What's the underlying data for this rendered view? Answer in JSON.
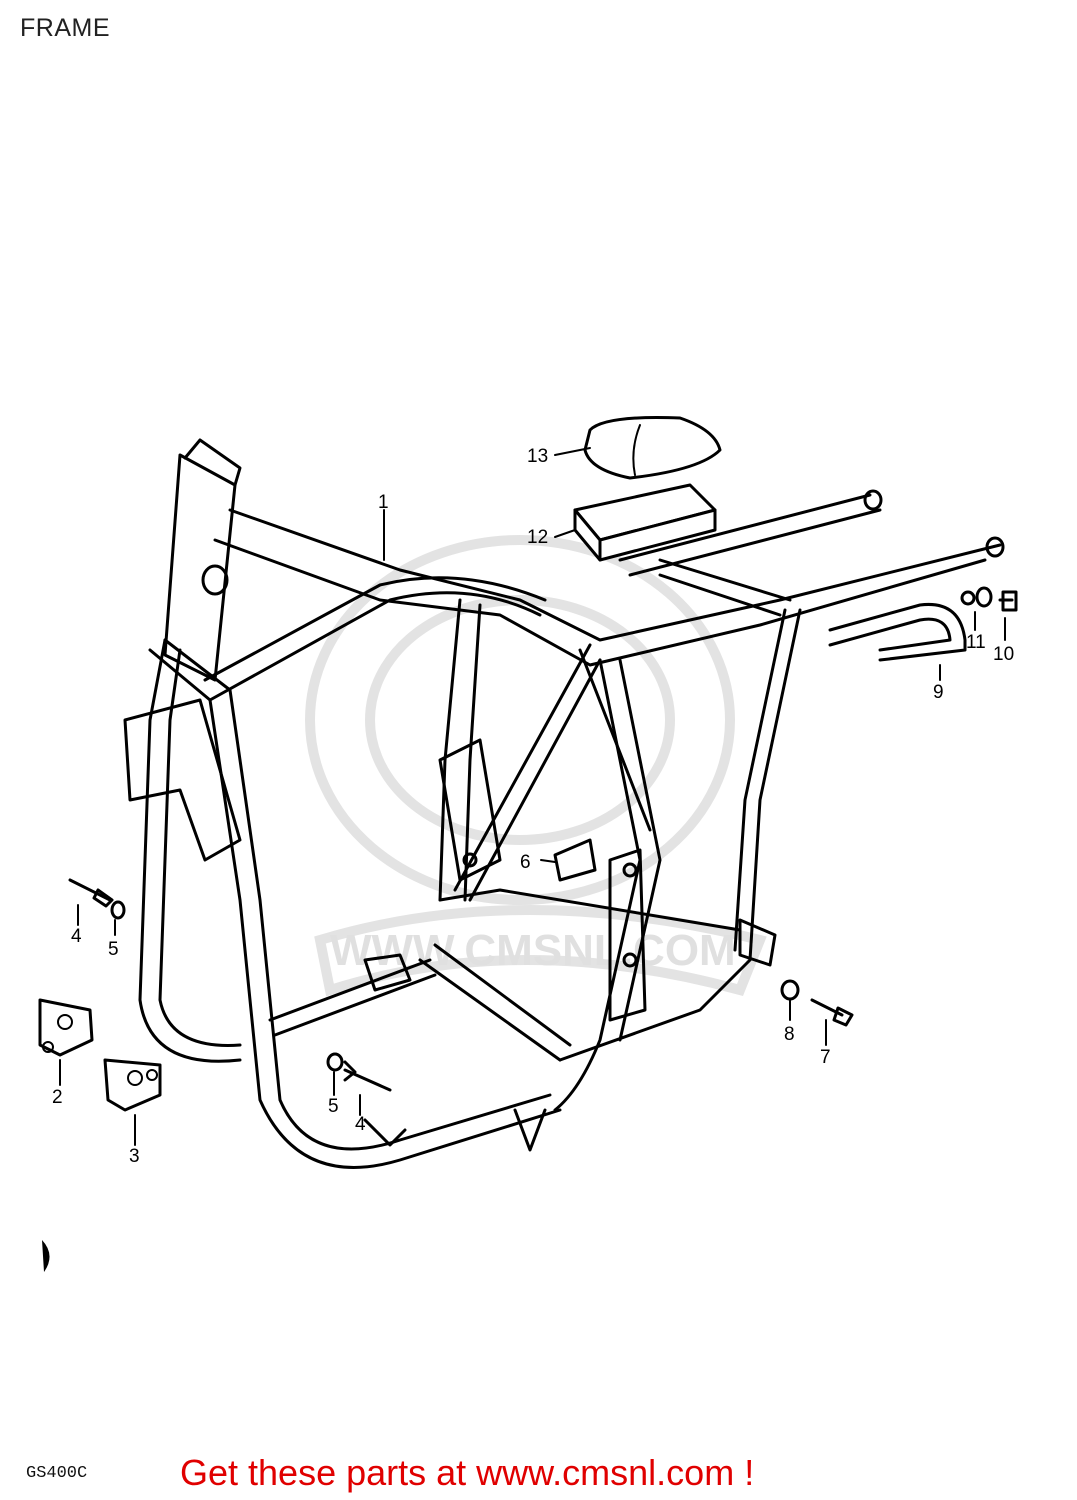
{
  "title": "FRAME",
  "callouts": [
    {
      "id": "1",
      "label": "1"
    },
    {
      "id": "2",
      "label": "2"
    },
    {
      "id": "3",
      "label": "3"
    },
    {
      "id": "4a",
      "label": "4"
    },
    {
      "id": "4b",
      "label": "4"
    },
    {
      "id": "5a",
      "label": "5"
    },
    {
      "id": "5b",
      "label": "5"
    },
    {
      "id": "6",
      "label": "6"
    },
    {
      "id": "7",
      "label": "7"
    },
    {
      "id": "8",
      "label": "8"
    },
    {
      "id": "9",
      "label": "9"
    },
    {
      "id": "10",
      "label": "10"
    },
    {
      "id": "11",
      "label": "11"
    },
    {
      "id": "12",
      "label": "12"
    },
    {
      "id": "13",
      "label": "13"
    }
  ],
  "watermark": {
    "text": "WWW.CMSNL.COM"
  },
  "footer": {
    "diagram_code": "GS400C",
    "promo": "Get these parts at www.cmsnl.com !"
  },
  "colors": {
    "promo": "#e00000",
    "line": "#000000",
    "watermark": "#e0e0e0"
  }
}
